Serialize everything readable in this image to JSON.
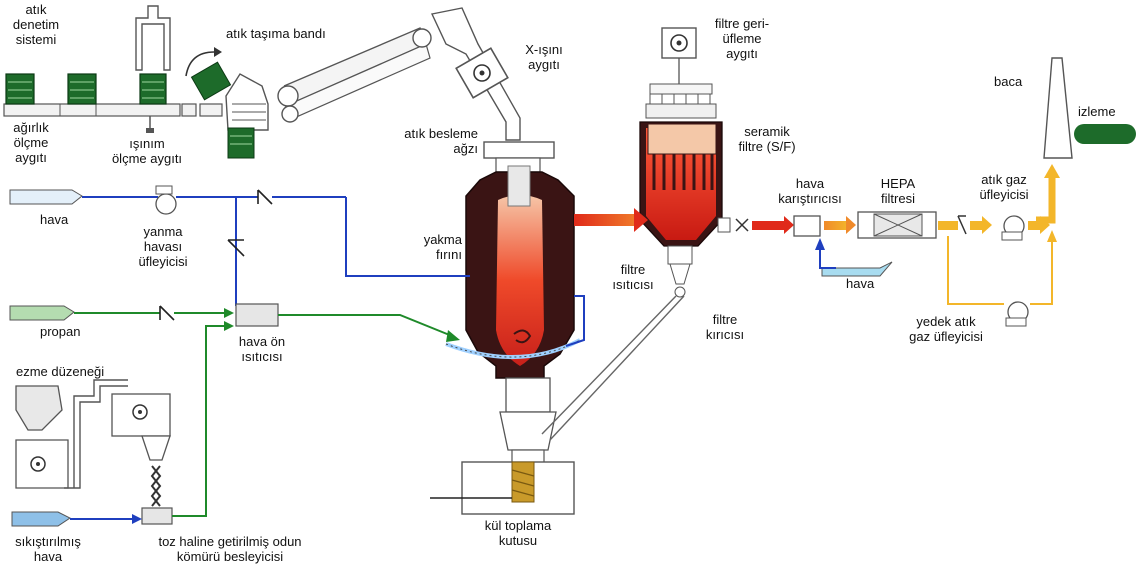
{
  "labels": {
    "waste_control": "atık\ndenetim\nsistemi",
    "weighing": "ağırlık\nölçme\naygıtı",
    "radiation": "ışınım\nölçme aygıtı",
    "conveyor": "atık taşıma bandı",
    "xray": "X-ışını\naygıtı",
    "feed_mouth": "atık besleme\nağzı",
    "backflush": "filtre geri-\nüfleme\naygıtı",
    "ceramic_filter": "seramik\nfiltre (S/F)",
    "air_mixer": "hava\nkarıştırıcısı",
    "hepa": "HEPA\nfiltresi",
    "exhaust_blower": "atık gaz\nüfleyicisi",
    "stack": "baca",
    "monitor": "izleme",
    "air_1": "hava",
    "combustion_blower": "yanma\nhavası\nüfleyicisi",
    "furnace": "yakma\nfırını",
    "filter_heater": "filtre\nısıtıcısı",
    "filter_crusher": "filtre\nkırıcısı",
    "air_2": "hava",
    "backup_blower": "yedek atık\ngaz üfleyicisi",
    "propane": "propan",
    "preheater": "hava ön\nısıtıcısı",
    "crusher": "ezme düzeneği",
    "ash_box": "kül toplama\nkutusu",
    "compressed_air": "sıkıştırılmış\nhava",
    "charcoal_feeder": "toz haline getirilmiş odun\nkömürü besleyicisi"
  },
  "colors": {
    "air_line": "#1f3fbf",
    "propane_line": "#1f8a2a",
    "hot_gas": "#e02a1a",
    "exhaust": "#f3b62a",
    "furnace_body": "#3a1414",
    "waste_bin": "#1d6b2a"
  },
  "icons": [
    "check-valve-icon",
    "blower-icon",
    "filter-icon",
    "ball-valve-icon"
  ]
}
